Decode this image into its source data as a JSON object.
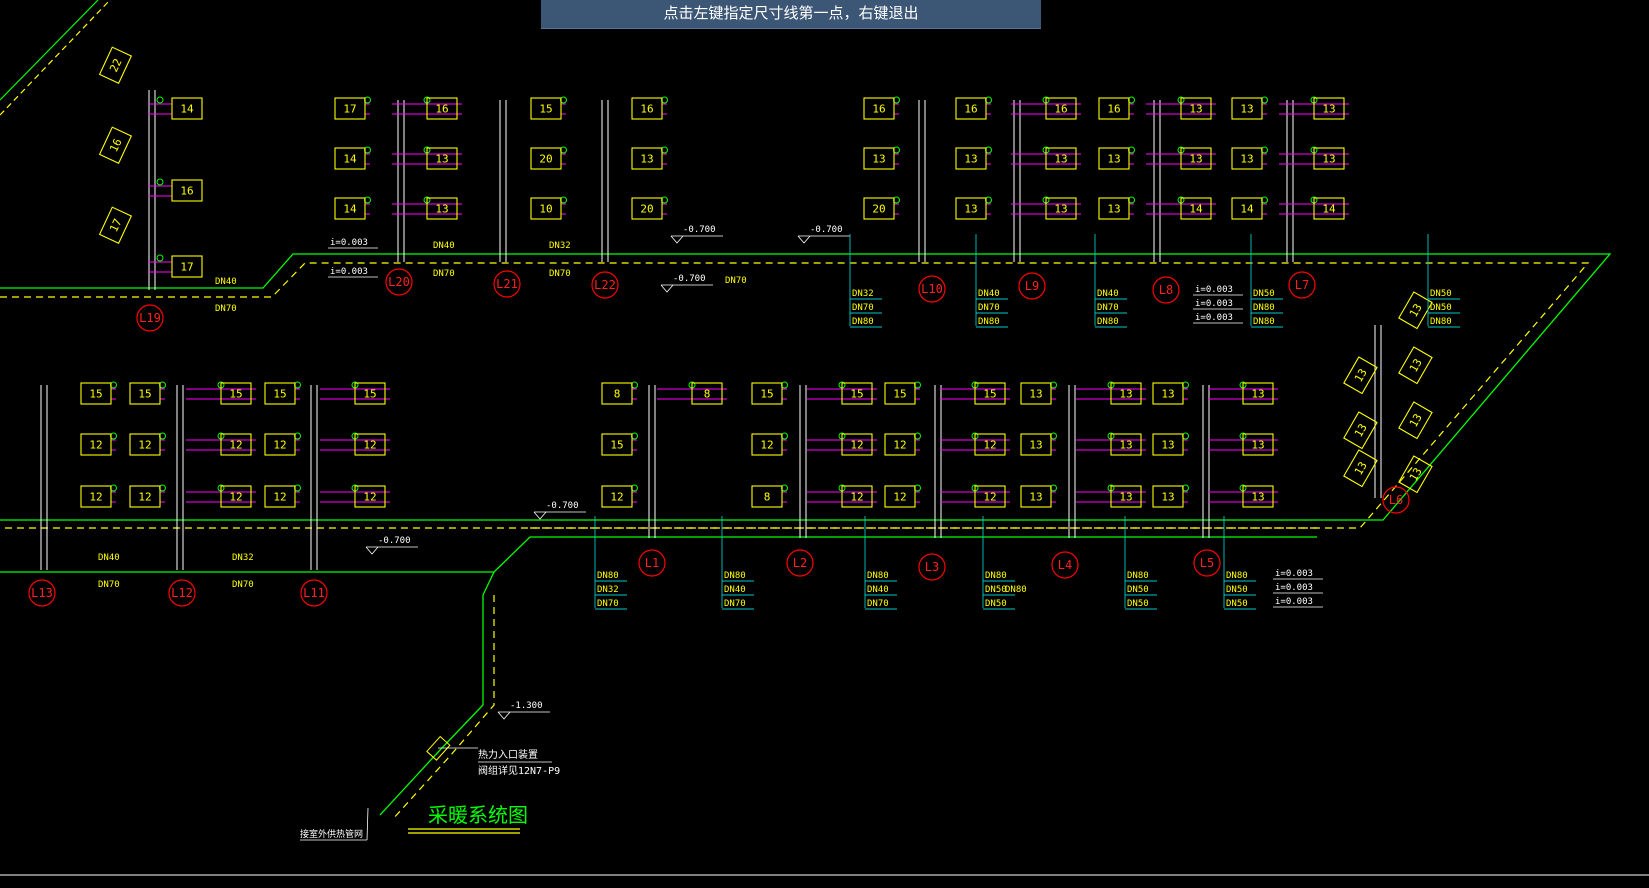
{
  "command_prompt": "点击左键指定尺寸线第一点，右键退出",
  "drawing_title": "采暖系统图",
  "entry_note_1": "热力入口装置",
  "entry_note_2": "阀组详见12N7-P9",
  "outdoor_note": "接室外供热管网",
  "colors": {
    "background": "#000000",
    "supply_pipe": "#00ff00",
    "return_pipe": "#ffff00",
    "branch": "#ff00ff",
    "riser": "#ffffff",
    "riser_circle": "#ff0000",
    "radiator": "#ffff00",
    "leader": "#00c8c8"
  },
  "risers": [
    {
      "name": "L19"
    },
    {
      "name": "L20"
    },
    {
      "name": "L21"
    },
    {
      "name": "L22"
    },
    {
      "name": "L10"
    },
    {
      "name": "L9"
    },
    {
      "name": "L8"
    },
    {
      "name": "L7"
    },
    {
      "name": "L13"
    },
    {
      "name": "L12"
    },
    {
      "name": "L11"
    },
    {
      "name": "L1"
    },
    {
      "name": "L2"
    },
    {
      "name": "L3"
    },
    {
      "name": "L4"
    },
    {
      "name": "L5"
    },
    {
      "name": "L6"
    }
  ],
  "radiator_groups": [
    {
      "values": [
        "14",
        "16",
        "17"
      ]
    },
    {
      "values": [
        "17",
        "14",
        "14",
        "16",
        "13",
        "13"
      ]
    },
    {
      "values": [
        "15",
        "20",
        "10"
      ]
    },
    {
      "values": [
        "16",
        "13",
        "20"
      ]
    },
    {
      "values": [
        "16",
        "13",
        "20"
      ]
    },
    {
      "values": [
        "16",
        "13",
        "13",
        "16",
        "13",
        "13"
      ]
    },
    {
      "values": [
        "16",
        "13",
        "13",
        "13",
        "13",
        "14"
      ]
    },
    {
      "values": [
        "13",
        "13",
        "14",
        "13",
        "13",
        "14"
      ]
    },
    {
      "values": [
        "15",
        "12",
        "12"
      ]
    },
    {
      "values": [
        "15",
        "12",
        "12",
        "15",
        "12",
        "12"
      ]
    },
    {
      "values": [
        "15",
        "12",
        "12",
        "15",
        "12",
        "12"
      ]
    },
    {
      "values": [
        "8",
        "15",
        "12",
        "8"
      ]
    },
    {
      "values": [
        "15",
        "12",
        "8",
        "15",
        "12",
        "12"
      ]
    },
    {
      "values": [
        "15",
        "12",
        "12",
        "15",
        "12",
        "12"
      ]
    },
    {
      "values": [
        "13",
        "13",
        "13",
        "13",
        "13",
        "13"
      ]
    },
    {
      "values": [
        "13",
        "13",
        "13",
        "13",
        "13",
        "13"
      ]
    },
    {
      "values": [
        "13",
        "13",
        "13",
        "13"
      ]
    },
    {
      "values": [
        "13",
        "13",
        "13"
      ]
    }
  ],
  "pipe_labels": [
    "DN40",
    "DN70",
    "DN40",
    "DN70",
    "DN32",
    "DN70",
    "DN70",
    "DN40",
    "DN70",
    "DN32",
    "DN70",
    "DN80"
  ],
  "slope_labels": [
    "i=0.003",
    "i=0.003",
    "i=0.003",
    "i=0.003",
    "i=0.003",
    "i=0.003",
    "i=0.003",
    "i=0.003"
  ],
  "elevations": [
    "-0.700",
    "-0.700",
    "-0.700",
    "-0.700",
    "-0.700",
    "-1.300"
  ],
  "leader_stacks": [
    [
      "DN32",
      "DN70",
      "DN80"
    ],
    [
      "DN40",
      "DN70",
      "DN80"
    ],
    [
      "DN40",
      "DN70",
      "DN80"
    ],
    [
      "DN50",
      "DN80",
      "DN80"
    ],
    [
      "DN50",
      "DN50",
      "DN80"
    ],
    [
      "DN80",
      "DN32",
      "DN70"
    ],
    [
      "DN80",
      "DN40",
      "DN70"
    ],
    [
      "DN80",
      "DN40",
      "DN70"
    ],
    [
      "DN80",
      "DN50",
      "DN50"
    ],
    [
      "DN80",
      "DN50",
      "DN50"
    ],
    [
      "DN80",
      "DN50",
      "DN50"
    ]
  ]
}
